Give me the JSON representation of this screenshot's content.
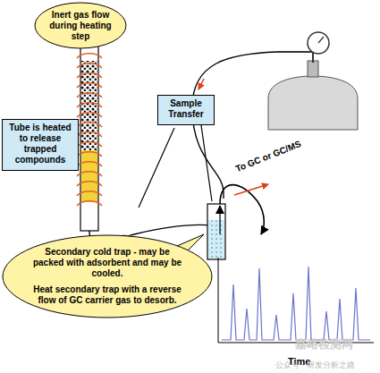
{
  "diagram": {
    "nodes": [
      {
        "text": [
          "Inert gas flow during heating step"
        ]
      },
      {
        "text": [
          "Tube is heated to release trapped compounds"
        ]
      },
      {
        "text": [
          "Sample Transfer"
        ]
      },
      {
        "text": [
          "Secondary cold trap - may be packed with adsorbent and may be cooled.",
          "Heat secondary trap with a reverse flow of GC carrier gas to desorb."
        ]
      }
    ],
    "labels": [
      "To GC or GC/MS",
      "Time",
      "嘉峪检测网",
      "公众号 · 研发分析之路"
    ]
  }
}
